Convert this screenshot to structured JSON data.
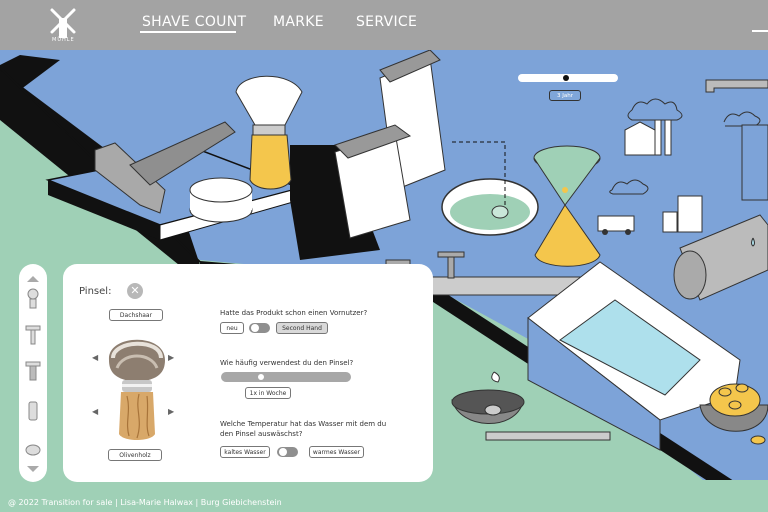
{
  "header": {
    "logo_text": "MÜHLE",
    "nav": [
      {
        "label": "SHAVE COUNT",
        "active": true
      },
      {
        "label": "MARKE",
        "active": false
      },
      {
        "label": "SERVICE",
        "active": false
      }
    ]
  },
  "scene": {
    "time_slider": {
      "label": "3 Jahr",
      "value_fraction": 0.48
    }
  },
  "toolbar": {
    "items": [
      "chevron-up-icon",
      "brush-icon",
      "razor-icon",
      "blade-icon",
      "soap-tube-icon",
      "soap-bowl-icon",
      "chevron-down-icon"
    ]
  },
  "panel": {
    "title": "Pinsel:",
    "close_symbol": "✕",
    "hair_option": "Dachshaar",
    "handle_option": "Olivenholz",
    "arrows": {
      "left": "◀",
      "right": "▶"
    },
    "q1": {
      "question": "Hatte das Produkt schon einen Vornutzer?",
      "option_a": "neu",
      "option_b": "Second Hand"
    },
    "q2": {
      "question": "Wie häufig verwendest du den Pinsel?",
      "answer": "1x in Woche",
      "slider_fraction": 0.3
    },
    "q3": {
      "question": "Welche Temperatur hat das Wasser mit dem du den Pinsel auswäschst?",
      "option_a": "kaltes Wasser",
      "option_b": "warmes Wasser"
    }
  },
  "footer": {
    "text": "@ 2022 Transition for sale | Lisa-Marie Halwax | Burg Giebichenstein"
  },
  "colors": {
    "header": "#a3a3a3",
    "background": "#9fd0b6",
    "platform": "#7da3d8",
    "water": "#aee0ec",
    "accent_yellow": "#f4c64c"
  }
}
